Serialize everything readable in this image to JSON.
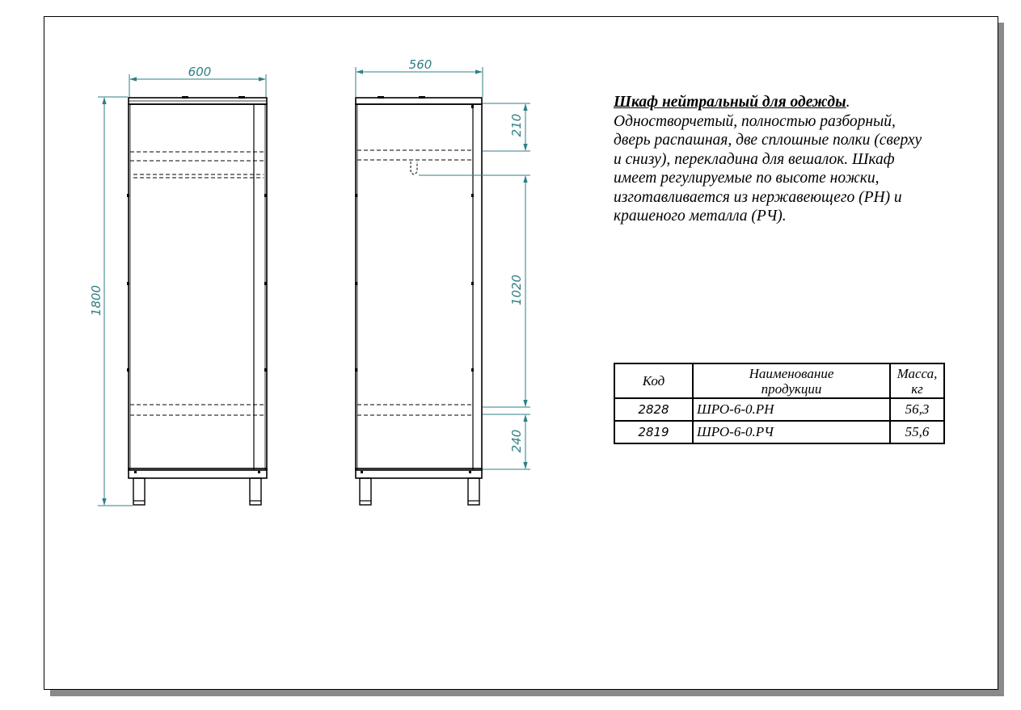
{
  "dimensions": {
    "front_width": "600",
    "front_height": "1800",
    "side_depth": "560",
    "side_top": "210",
    "side_middle": "1020",
    "side_bottom": "240"
  },
  "description": {
    "title": "Шкаф нейтральный для одежды",
    "title_suffix": ".",
    "lines": [
      "Одностворчетый, полностью разборный,",
      "дверь распашная, две сплошные полки (сверху",
      "и снизу), перекладина для вешалок. Шкаф",
      "имеет регулируемые по высоте ножки,",
      "изготавливается  из нержавеющего (РН) и",
      "крашеного металла (РЧ)."
    ]
  },
  "table": {
    "headers": {
      "code": "Код",
      "name_line1": "Наименование",
      "name_line2": "продукции",
      "mass_line1": "Масса,",
      "mass_line2": "кг"
    },
    "rows": [
      {
        "code": "2828",
        "name": "ШРО-6-0.РН",
        "mass": "56,3"
      },
      {
        "code": "2819",
        "name": "ШРО-6-0.РЧ",
        "mass": "55,6"
      }
    ]
  },
  "colors": {
    "dimension": "#2f7f86",
    "outline": "#000000"
  }
}
